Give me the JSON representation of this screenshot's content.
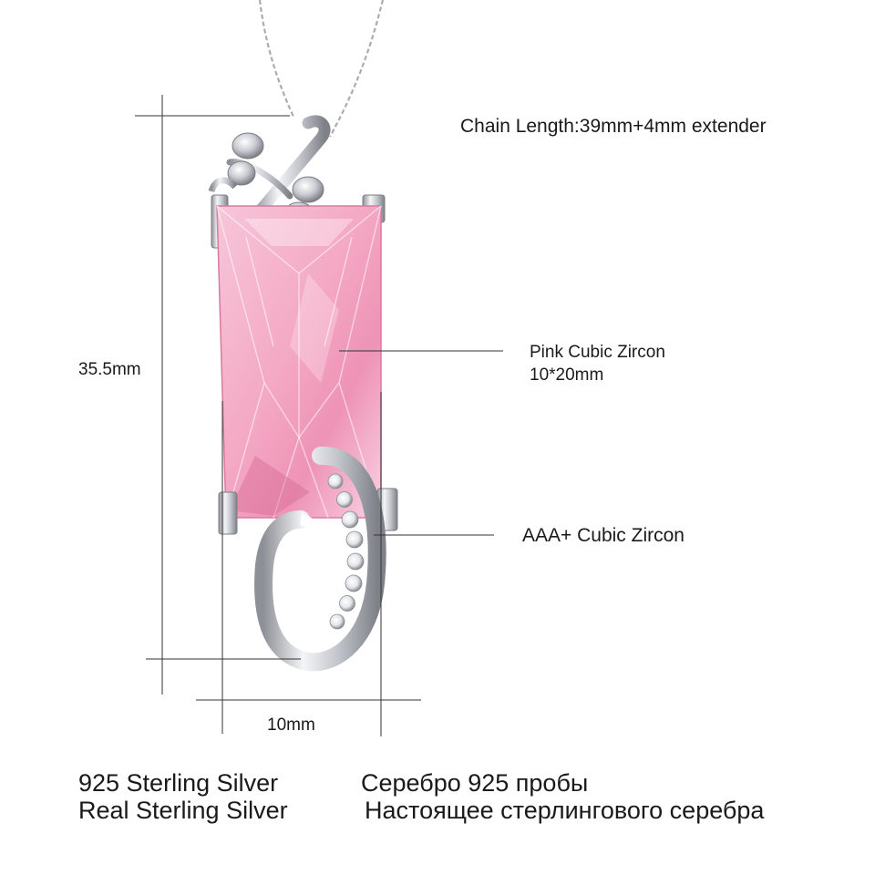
{
  "specs": {
    "chain_length": "Chain Length:39mm+4mm extender",
    "pink_zircon_name": "Pink Cubic Zircon",
    "pink_zircon_size": "10*20mm",
    "aaa_zircon": "AAA+ Cubic Zircon"
  },
  "dimensions": {
    "height": "35.5mm",
    "width": "10mm"
  },
  "footer": {
    "en_line1": "925 Sterling Silver",
    "en_line2": "Real Sterling Silver",
    "ru_line1": "Серебро 925 пробы",
    "ru_line2": "Настоящее стерлингового серебра"
  },
  "colors": {
    "gem_pink": "#f4a9c4",
    "gem_deep_pink": "#e87fa6",
    "silver": "#c9ccd2",
    "dimension_line": "#333333"
  },
  "icons": {
    "pendant": "pink-rectangular-gem-pendant",
    "chain": "box-chain",
    "bail": "dragonfly-bail"
  }
}
